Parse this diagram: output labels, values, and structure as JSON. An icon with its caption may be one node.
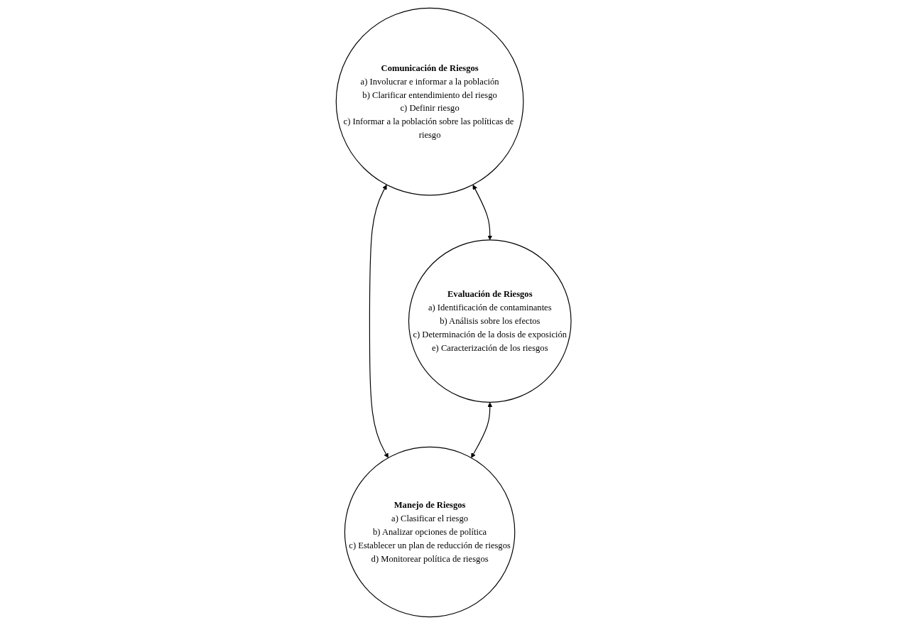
{
  "diagram": {
    "nodes": [
      {
        "text": [
          "Comunicación de Riesgos",
          "a) Involucrar e informar a la población",
          "b) Clarificar entendimiento del riesgo",
          "c) Definir riesgo",
          "c) Informar a la población sobre las políticas de riesgo"
        ]
      },
      {
        "text": [
          "Evaluación de Riesgos",
          "a) Identificación de contaminantes",
          "b) Análisis sobre los efectos",
          "c) Determinación de la dosis de exposición",
          "e) Caracterización de los riesgos"
        ]
      },
      {
        "text": [
          "Manejo de Riesgos",
          "a) Clasificar el riesgo",
          "b) Analizar opciones de política",
          "c) Establecer un plan de reducción de riesgos",
          "d) Monitorear política de riesgos"
        ]
      }
    ],
    "edges": [
      {
        "from": 0,
        "to": 1,
        "arrow": "both"
      },
      {
        "from": 0,
        "to": 2,
        "arrow": "both"
      },
      {
        "from": 1,
        "to": 2,
        "arrow": "both"
      }
    ]
  }
}
